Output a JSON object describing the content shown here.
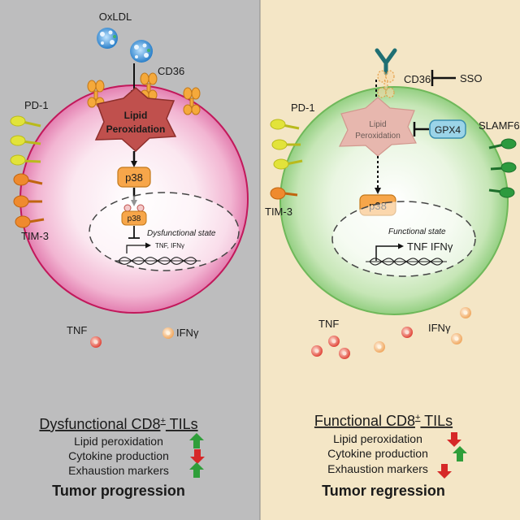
{
  "left": {
    "oxldl": "OxLDL",
    "cd36": "CD36",
    "pd1": "PD-1",
    "tim3": "TIM-3",
    "lipid_line1": "Lipid",
    "lipid_line2": "Peroxidation",
    "p38": "p38",
    "p38_small": "p38",
    "state": "Dysfunctional state",
    "genes": "TNF, IFNγ",
    "tnf": "TNF",
    "ifng": "IFNγ",
    "summary_title_main": "Dysfunctional CD8",
    "summary_title_sup": "+",
    "summary_title_end": " TILs",
    "line1": "Lipid peroxidation",
    "line2": "Cytokine production",
    "line3": "Exhaustion markers",
    "outcome": "Tumor progression"
  },
  "right": {
    "cd36": "CD36",
    "sso": "SSO",
    "pd1": "PD-1",
    "tim3": "TIM-3",
    "slamf6": "SLAMF6",
    "gpx4": "GPX4",
    "lipid_line1": "Lipid",
    "lipid_line2": "Peroxidation",
    "p38": "p38",
    "state": "Functional state",
    "genes": "TNF IFNγ",
    "tnf": "TNF",
    "ifng": "IFNγ",
    "summary_title_main": "Functional CD8",
    "summary_title_sup": "+",
    "summary_title_end": " TILs",
    "line1": "Lipid peroxidation",
    "line2": "Cytokine production",
    "line3": "Exhaustion markers",
    "outcome": "Tumor regression"
  },
  "colors": {
    "left_bg": "#bdbdbe",
    "right_bg": "#f4e6c6",
    "left_cell": "#e9a6c6",
    "right_cell": "#bfe2b0",
    "lipid_fill": "#c0504d",
    "p38_fill": "#f7a64a",
    "gpx4_fill": "#9bd4e8",
    "up_arrow": "#2f9e3a",
    "down_arrow": "#d62828"
  },
  "indicators": {
    "left": [
      "up",
      "down",
      "up"
    ],
    "right": [
      "down",
      "up",
      "down"
    ]
  }
}
